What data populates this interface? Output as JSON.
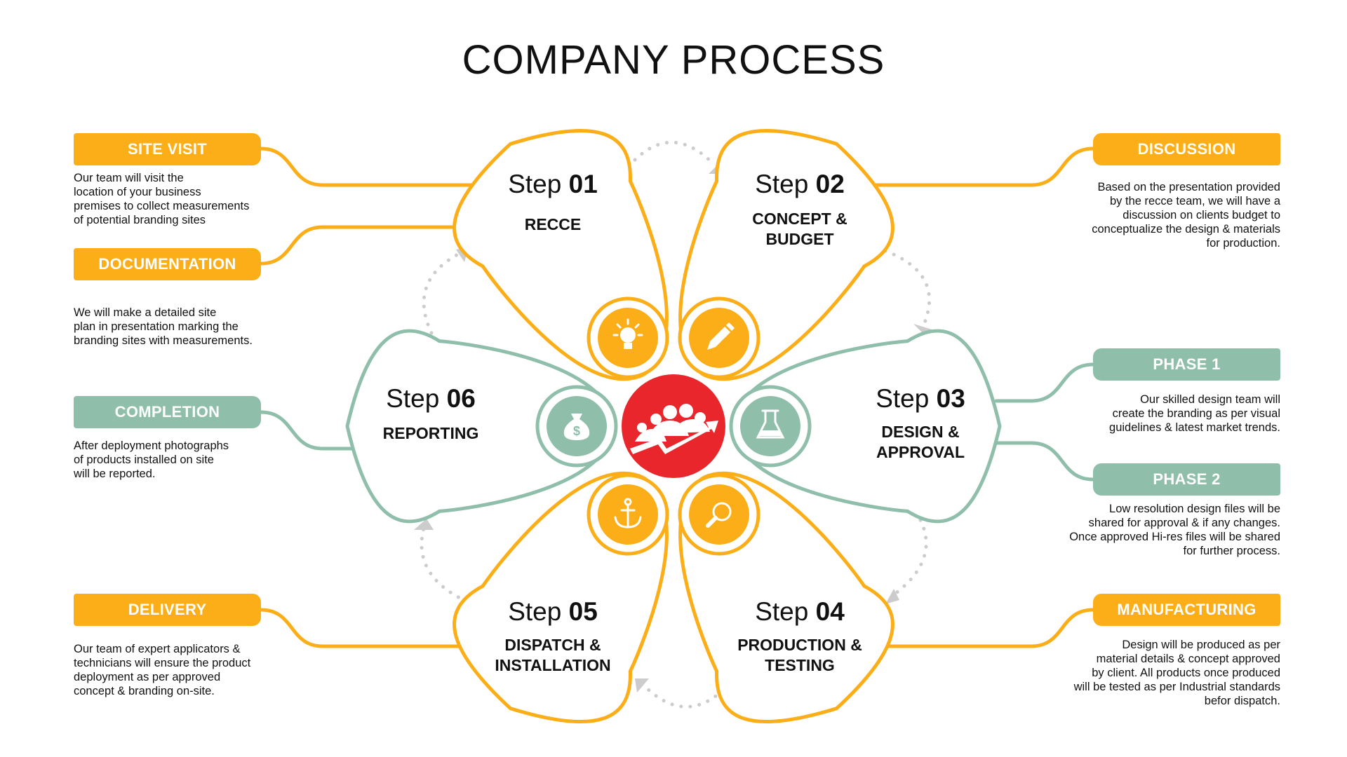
{
  "title": "COMPANY PROCESS",
  "colors": {
    "orange": "#fbae17",
    "green": "#8fbeab",
    "red": "#e8262b",
    "dots": "#cccccc"
  },
  "steps": [
    {
      "prefix": "Step",
      "number": "01",
      "name": "RECCE",
      "color": "orange",
      "icon": "lightbulb-icon"
    },
    {
      "prefix": "Step",
      "number": "02",
      "name": "CONCEPT &\nBUDGET",
      "color": "orange",
      "icon": "pencil-icon"
    },
    {
      "prefix": "Step",
      "number": "03",
      "name": "DESIGN &\nAPPROVAL",
      "color": "green",
      "icon": "flask-icon"
    },
    {
      "prefix": "Step",
      "number": "04",
      "name": "PRODUCTION &\nTESTING",
      "color": "orange",
      "icon": "magnifier-icon"
    },
    {
      "prefix": "Step",
      "number": "05",
      "name": "DISPATCH &\nINSTALLATION",
      "color": "orange",
      "icon": "anchor-icon"
    },
    {
      "prefix": "Step",
      "number": "06",
      "name": "REPORTING",
      "color": "green",
      "icon": "money-bag-icon"
    }
  ],
  "center_icon": "team-growth-icon",
  "notes": {
    "site_visit": {
      "label": "SITE VISIT",
      "text": "Our team will visit the\nlocation of your business\npremises to collect measurements\nof potential branding sites"
    },
    "documentation": {
      "label": "DOCUMENTATION",
      "text": "We will make a detailed site\nplan in presentation marking the\nbranding sites with measurements."
    },
    "completion": {
      "label": "COMPLETION",
      "text": "After deployment photographs\nof products installed on site\nwill be reported."
    },
    "delivery": {
      "label": "DELIVERY",
      "text": "Our team of expert applicators &\ntechnicians will ensure the product\ndeployment as per approved\nconcept & branding on-site."
    },
    "discussion": {
      "label": "DISCUSSION",
      "text": "Based on the presentation provided\nby the recce team, we will have a\ndiscussion on clients budget to\nconceptualize the design & materials\nfor production."
    },
    "phase1": {
      "label": "PHASE 1",
      "text": "Our skilled design team will\ncreate the branding as per visual\nguidelines & latest market trends."
    },
    "phase2": {
      "label": "PHASE 2",
      "text": "Low resolution design files will be\nshared for approval & if any changes.\nOnce approved Hi-res files will be shared\nfor further process."
    },
    "manufacturing": {
      "label": "MANUFACTURING",
      "text": "Design will be produced as per\nmaterial details & concept approved\nby client. All products once produced\nwill be tested as per Industrial standards\nbefor dispatch."
    }
  }
}
